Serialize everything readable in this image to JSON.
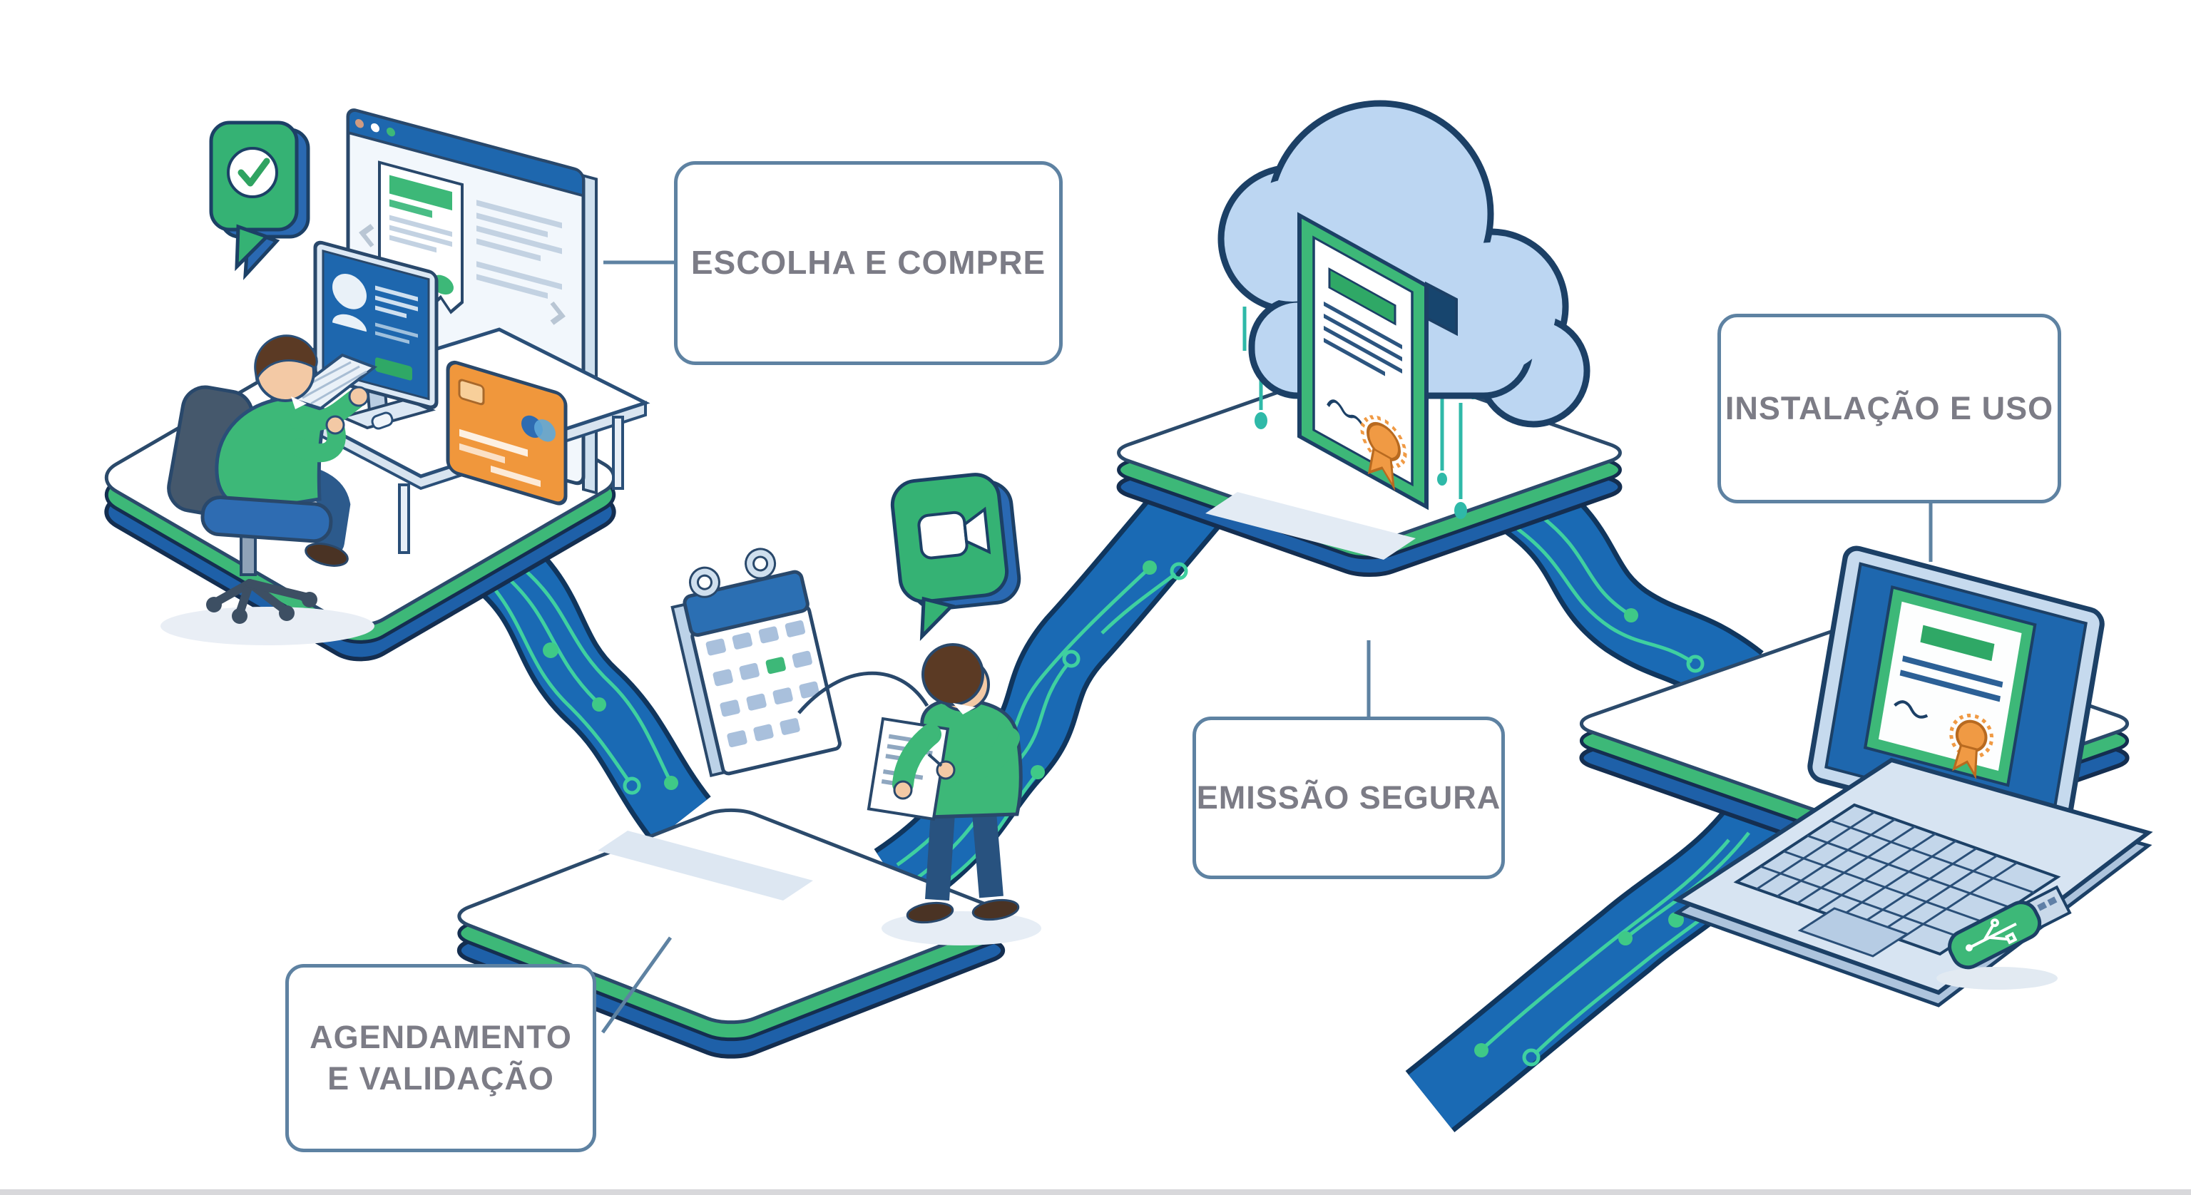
{
  "figure": {
    "kind": "isometric-process-flow-illustration",
    "language": "pt-BR",
    "steps_count": 4
  },
  "steps": [
    {
      "id": "escolha-e-compre",
      "label": "ESCOLHA E COMPRE",
      "icons": [
        "check-bubble-icon",
        "browser-certificate-icon",
        "desktop-monitor-icon",
        "keyboard-icon",
        "credit-card-icon",
        "office-chair-icon"
      ]
    },
    {
      "id": "agendamento-e-validacao",
      "label_line1": "AGENDAMENTO",
      "label_line2": "E VALIDAÇÃO",
      "icons": [
        "calendar-icon",
        "video-call-bubble-icon",
        "document-icon"
      ]
    },
    {
      "id": "emissao-segura",
      "label": "EMISSÃO SEGURA",
      "icons": [
        "cloud-icon",
        "certificate-icon",
        "seal-icon"
      ]
    },
    {
      "id": "instalacao-e-uso",
      "label": "INSTALAÇÃO E USO",
      "icons": [
        "laptop-icon",
        "certificate-icon",
        "usb-token-icon"
      ]
    }
  ],
  "palette": {
    "brand_green": "#3db878",
    "dark_green": "#2fa866",
    "band_blue": "#1a6ab4",
    "screen_blue": "#1e67ae",
    "outline_navy": "#1c4066",
    "trace_teal": "#3fd0a0",
    "node_green": "#3fc987",
    "cloud_blue": "#bcd6f2",
    "accent_orange": "#f0973c",
    "seal_orange": "#f09a44",
    "label_border": "#5e82a2",
    "label_text": "#7c7c86",
    "platform_side_blue": "#1e60a8"
  }
}
